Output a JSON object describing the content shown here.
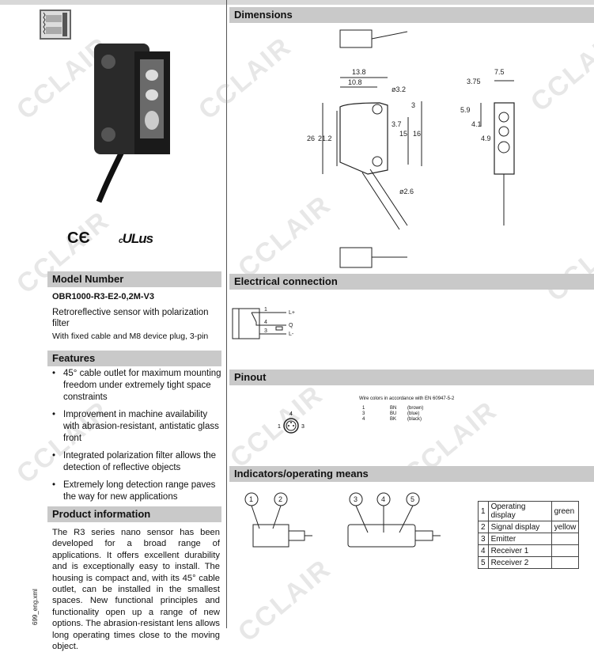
{
  "watermark": "CCLAIR",
  "left": {
    "model_header": "Model Number",
    "model_number": "OBR1000-R3-E2-0,2M-V3",
    "description": "Retroreflective sensor with polarization filter",
    "description2": "With fixed cable and M8 device plug, 3-pin",
    "certs": {
      "ce": "CE",
      "ul": "cULus"
    },
    "features_header": "Features",
    "features": [
      "45° cable outlet for maximum mounting freedom under extremely tight space constraints",
      "Improvement in machine availability with abrasion-resistant, antistatic glass front",
      "Integrated polarization filter allows the detection of reflective objects",
      "Extremely long detection range paves the way for new applications"
    ],
    "product_info_header": "Product information",
    "product_info": "The R3 series nano sensor has been developed for a broad range of applications. It offers excellent durability and is exceptionally easy to install. The housing is compact and, with its 45° cable outlet, can be installed in the smallest spaces. New functional principles and functionality open up a range of new options. The abrasion-resistant lens allows long operating times close to the moving object.",
    "side_code": "699_eng.xml"
  },
  "dimensions": {
    "header": "Dimensions",
    "labels": {
      "w1": "13.8",
      "w2": "10.8",
      "hole": "ø3.2",
      "h3": "3",
      "h37": "3.7",
      "h15": "15",
      "h16": "16",
      "h26": "26",
      "h212": "21.2",
      "cable": "ø2.6",
      "d75": "7.5",
      "d375": "3.75",
      "d59": "5.9",
      "d41": "4.1",
      "d49": "4.9"
    }
  },
  "electrical": {
    "header": "Electrical connection",
    "pins": [
      "1",
      "4",
      "3"
    ],
    "signals": [
      "L+",
      "Q",
      "L-"
    ]
  },
  "pinout": {
    "header": "Pinout",
    "note": "Wire colors in accordance with EN 60947-5-2",
    "plug_pins": [
      "4",
      "1",
      "3"
    ],
    "wires": [
      {
        "pin": "1",
        "code": "BN",
        "color": "(brown)"
      },
      {
        "pin": "3",
        "code": "BU",
        "color": "(blue)"
      },
      {
        "pin": "4",
        "code": "BK",
        "color": "(black)"
      }
    ]
  },
  "indicators": {
    "header": "Indicators/operating means",
    "callouts": [
      "1",
      "2",
      "3",
      "4",
      "5"
    ],
    "rows": [
      {
        "n": "1",
        "name": "Operating display",
        "color": "green"
      },
      {
        "n": "2",
        "name": "Signal display",
        "color": "yellow"
      },
      {
        "n": "3",
        "name": "Emitter",
        "color": ""
      },
      {
        "n": "4",
        "name": "Receiver 1",
        "color": ""
      },
      {
        "n": "5",
        "name": "Receiver 2",
        "color": ""
      }
    ]
  }
}
